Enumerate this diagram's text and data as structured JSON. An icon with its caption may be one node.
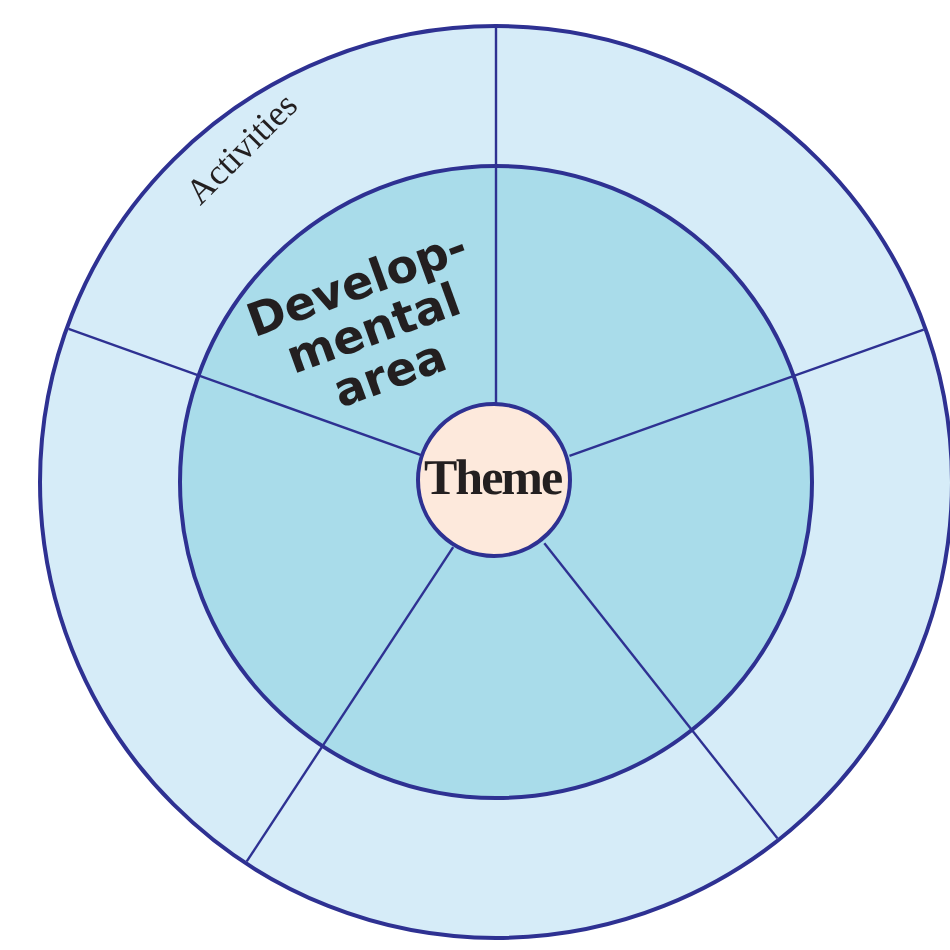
{
  "diagram": {
    "nodes": [
      {
        "text": [
          "Activities"
        ]
      },
      {
        "text": [
          "Develop- mental area"
        ],
        "in": 0
      },
      {
        "text": [
          "Theme"
        ],
        "in": 1
      }
    ]
  }
}
